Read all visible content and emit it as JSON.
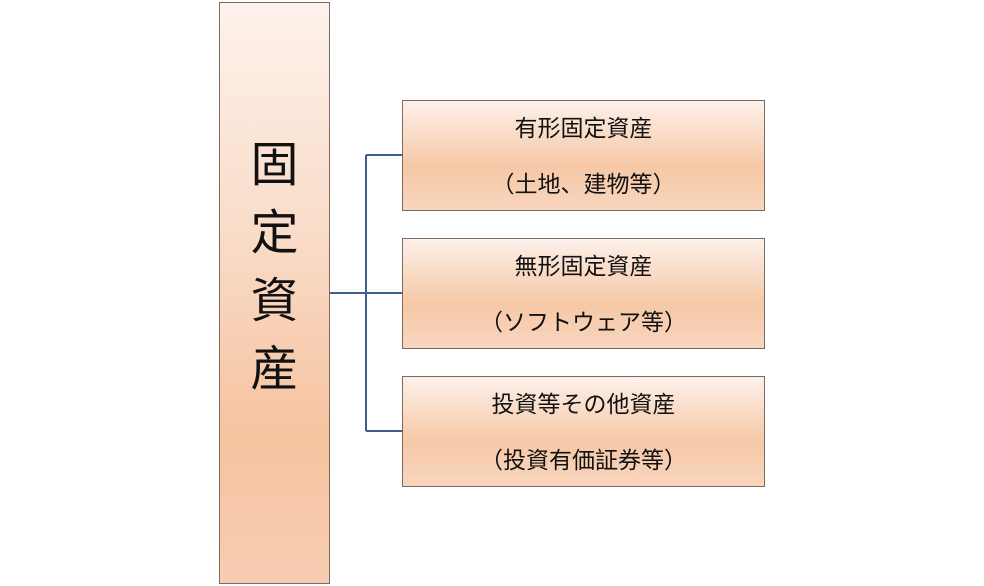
{
  "diagram": {
    "root": {
      "label_chars": [
        "固",
        "定",
        "資",
        "産"
      ]
    },
    "children": [
      {
        "title": "有形固定資産",
        "detail": "（土地、建物等）"
      },
      {
        "title": "無形固定資産",
        "detail": "（ソフトウェア等）"
      },
      {
        "title": "投資等その他資産",
        "detail": "（投資有価証券等）"
      }
    ],
    "colors": {
      "connector": "#3f5e8c",
      "box_border": "#7a6a60",
      "box_fill_light": "#fdf0ea",
      "box_fill_dark": "#f6c8a6"
    }
  }
}
